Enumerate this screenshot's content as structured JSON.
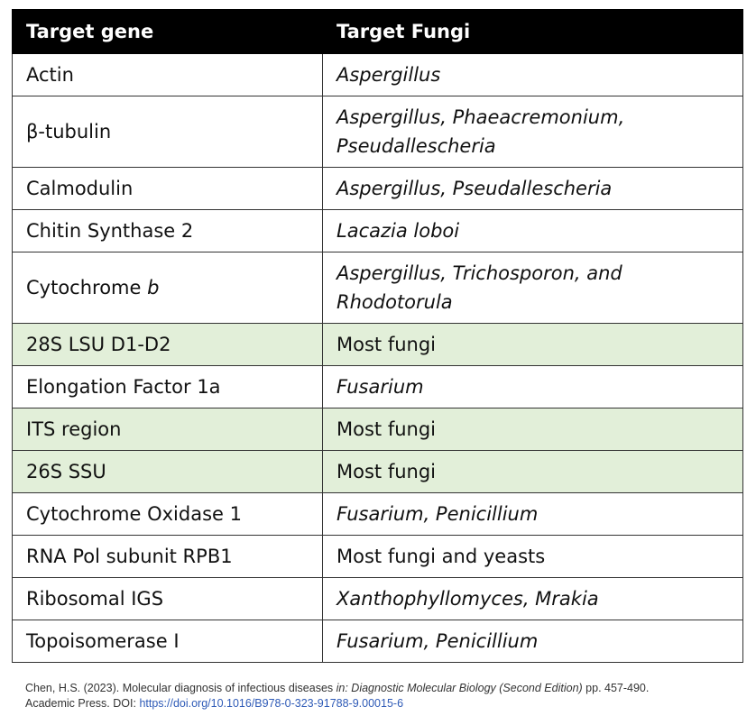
{
  "table": {
    "headers": [
      "Target gene",
      "Target Fungi"
    ],
    "rows": [
      {
        "gene": "Actin",
        "fungi": "Aspergillus",
        "italic": true,
        "highlight": false
      },
      {
        "gene": "β-tubulin",
        "fungi": "Aspergillus, Phaeacremonium, Pseudallescheria",
        "italic": true,
        "highlight": false
      },
      {
        "gene": "Calmodulin",
        "fungi": "Aspergillus, Pseudallescheria",
        "italic": true,
        "highlight": false
      },
      {
        "gene": "Chitin Synthase 2",
        "fungi": "Lacazia loboi",
        "italic": true,
        "highlight": false
      },
      {
        "gene": "Cytochrome ",
        "gene_italic": "b",
        "fungi": "Aspergillus, Trichosporon, and Rhodotorula",
        "italic": true,
        "highlight": false
      },
      {
        "gene": "28S LSU D1-D2",
        "fungi": "Most fungi",
        "italic": false,
        "highlight": true
      },
      {
        "gene": "Elongation Factor 1a",
        "fungi": "Fusarium",
        "italic": true,
        "highlight": false
      },
      {
        "gene": "ITS region",
        "fungi": "Most fungi",
        "italic": false,
        "highlight": true
      },
      {
        "gene": "26S SSU",
        "fungi": "Most fungi",
        "italic": false,
        "highlight": true
      },
      {
        "gene": "Cytochrome Oxidase 1",
        "fungi": "Fusarium, Penicillium",
        "italic": true,
        "highlight": false
      },
      {
        "gene": "RNA Pol subunit RPB1",
        "fungi": "Most fungi and yeasts",
        "italic": false,
        "highlight": false
      },
      {
        "gene": "Ribosomal IGS",
        "fungi": "Xanthophyllomyces, Mrakia",
        "italic": true,
        "highlight": false
      },
      {
        "gene": "Topoisomerase I",
        "fungi": "Fusarium, Penicillium",
        "italic": true,
        "highlight": false
      }
    ]
  },
  "citation": {
    "part1": "Chen, H.S. (2023). Molecular diagnosis of infectious diseases ",
    "part2_italic": "in: Diagnostic Molecular Biology (Second Edition)",
    "part3": " pp. 457-490.",
    "line2": "Academic Press. DOI: ",
    "doi_link": "https://doi.org/10.1016/B978-0-323-91788-9.00015-6"
  },
  "colors": {
    "header_bg": "#000000",
    "highlight_bg": "#e2efd9",
    "link": "#2f5bb7"
  }
}
